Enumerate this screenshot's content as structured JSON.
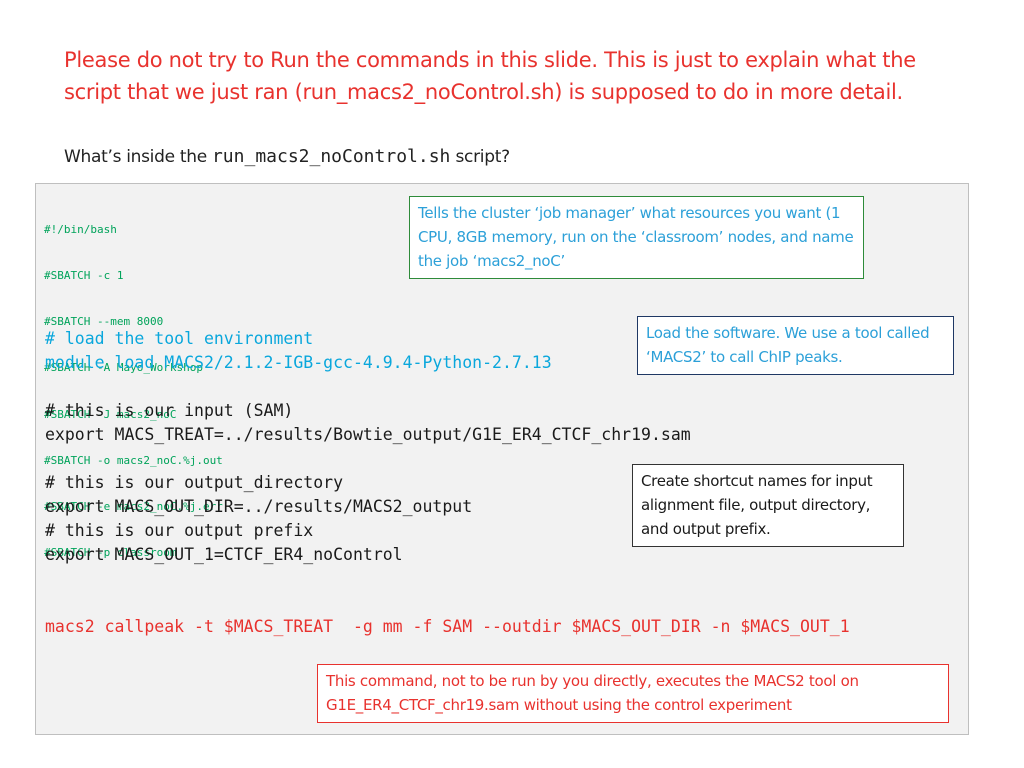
{
  "slide": {
    "warning": "Please do not try to Run the commands in this slide. This is just to explain what the script that we just ran (run_macs2_noControl.sh) is supposed to do in more detail.",
    "subtitle_prefix": "What’s inside the ",
    "subtitle_script": "run_macs2_noControl.sh",
    "subtitle_suffix": " script?"
  },
  "code": {
    "sbatch_lines": [
      "#!/bin/bash",
      "#SBATCH -c 1",
      "#SBATCH --mem 8000",
      "#SBATCH -A Mayo_Workshop",
      "#SBATCH -J macs2_noC",
      "#SBATCH -o macs2_noC.%j.out",
      "#SBATCH -e macs2_noC.%j.err",
      "#SBATCH -p classroom"
    ],
    "load_comment": "# load the tool environment",
    "module_load": "module load MACS2/2.1.2-IGB-gcc-4.9.4-Python-2.7.13",
    "input_comment": "# this is our input (SAM)",
    "input_export": "export MACS_TREAT=../results/Bowtie_output/G1E_ER4_CTCF_chr19.sam",
    "outdir_comment": "# this is our output_directory",
    "outdir_export": "export MACS_OUT_DIR=../results/MACS2_output",
    "prefix_comment": "# this is our output prefix",
    "prefix_export": "export MACS_OUT_1=CTCF_ER4_noControl",
    "command": "macs2 callpeak -t $MACS_TREAT  -g mm -f SAM --outdir $MACS_OUT_DIR -n $MACS_OUT_1"
  },
  "callouts": {
    "sbatch": "Tells the cluster ‘job manager’ what resources you want (1 CPU, 8GB memory, run on the ‘classroom’ nodes, and name the job ‘macs2_noC’",
    "module": "Load the software.  We use a tool called ‘MACS2’ to call ChIP peaks.",
    "shortcuts": "Create shortcut names for input alignment file, output directory, and output prefix.",
    "command": "This command, not to be run by you directly, executes the MACS2 tool on G1E_ER4_CTCF_chr19.sam without using the control experiment"
  },
  "colors": {
    "warning": "#e8322e",
    "sbatch_text": "#00a35a",
    "comment_cyan": "#0aa7dc",
    "callout_text": "#2ca0d8",
    "panel_bg": "#f2f2f2"
  }
}
